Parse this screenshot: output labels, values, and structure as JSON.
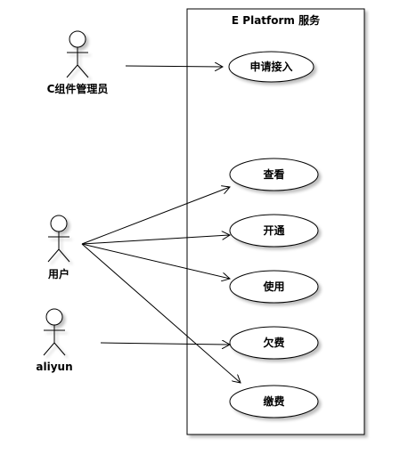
{
  "system": {
    "title": "E Platform 服务"
  },
  "actors": [
    {
      "id": "admin",
      "label": "C组件管理员"
    },
    {
      "id": "user",
      "label": "用户"
    },
    {
      "id": "aliyun",
      "label": "aliyun"
    }
  ],
  "use_cases": [
    {
      "id": "apply",
      "label": "申请接入"
    },
    {
      "id": "view",
      "label": "查看"
    },
    {
      "id": "open",
      "label": "开通"
    },
    {
      "id": "use",
      "label": "使用"
    },
    {
      "id": "arrears",
      "label": "欠费"
    },
    {
      "id": "pay",
      "label": "缴费"
    }
  ],
  "associations": [
    {
      "from": "admin",
      "to": "apply"
    },
    {
      "from": "user",
      "to": "view"
    },
    {
      "from": "user",
      "to": "open"
    },
    {
      "from": "user",
      "to": "use"
    },
    {
      "from": "user",
      "to": "pay"
    },
    {
      "from": "aliyun",
      "to": "arrears"
    }
  ]
}
